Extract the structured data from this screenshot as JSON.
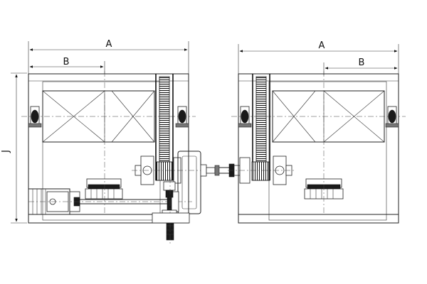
{
  "dimensions": {
    "left": {
      "a_label": "A",
      "b_label": "B",
      "j_label": "J"
    },
    "right": {
      "a_label": "A",
      "b_label": "B"
    }
  }
}
